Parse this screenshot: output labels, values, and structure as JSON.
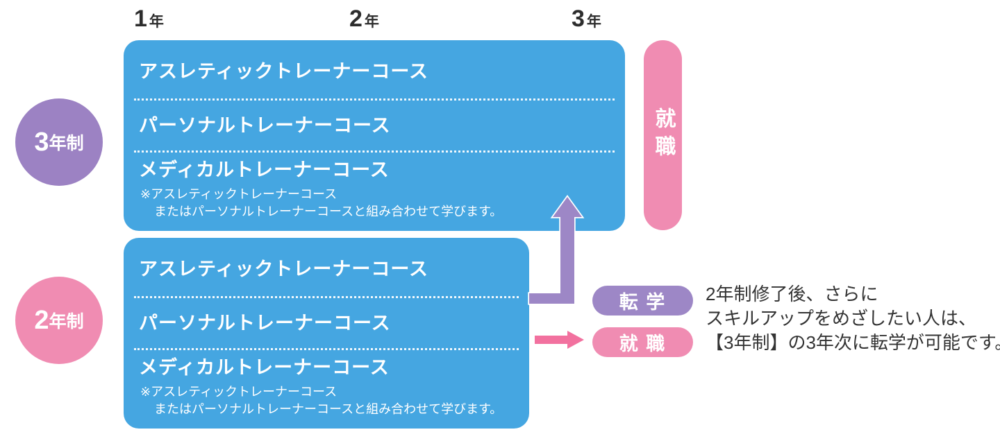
{
  "colors": {
    "box_blue": "#45a6e1",
    "pink": "#f08cb2",
    "purple": "#9c82c3",
    "arrow_pink": "#f2719f",
    "arrow_purple": "#9d87c6",
    "text_dark": "#2d2d2d"
  },
  "timeline": {
    "year1_num": "1",
    "year2_num": "2",
    "year3_num": "3",
    "year_unit": "年"
  },
  "three_year_program": {
    "circle_num": "3",
    "circle_suffix": "年制",
    "course1": "アスレティックトレーナーコース",
    "course2": "パーソナルトレーナーコース",
    "course3": "メディカルトレーナーコース",
    "note_line1": "※アスレティックトレーナーコース",
    "note_line2": "またはパーソナルトレーナーコースと組み合わせて学びます。",
    "employment_pill": "就職"
  },
  "two_year_program": {
    "circle_num": "2",
    "circle_suffix": "年制",
    "course1": "アスレティックトレーナーコース",
    "course2": "パーソナルトレーナーコース",
    "course3": "メディカルトレーナーコース",
    "note_line1": "※アスレティックトレーナーコース",
    "note_line2": "またはパーソナルトレーナーコースと組み合わせて学びます。"
  },
  "transfer_section": {
    "transfer_badge": "転 学",
    "employment_badge": "就 職",
    "desc_line1": "2年制修了後、さらに",
    "desc_line2": "スキルアップをめざしたい人は、",
    "desc_line3": "【3年制】の3年次に転学が可能です。"
  }
}
